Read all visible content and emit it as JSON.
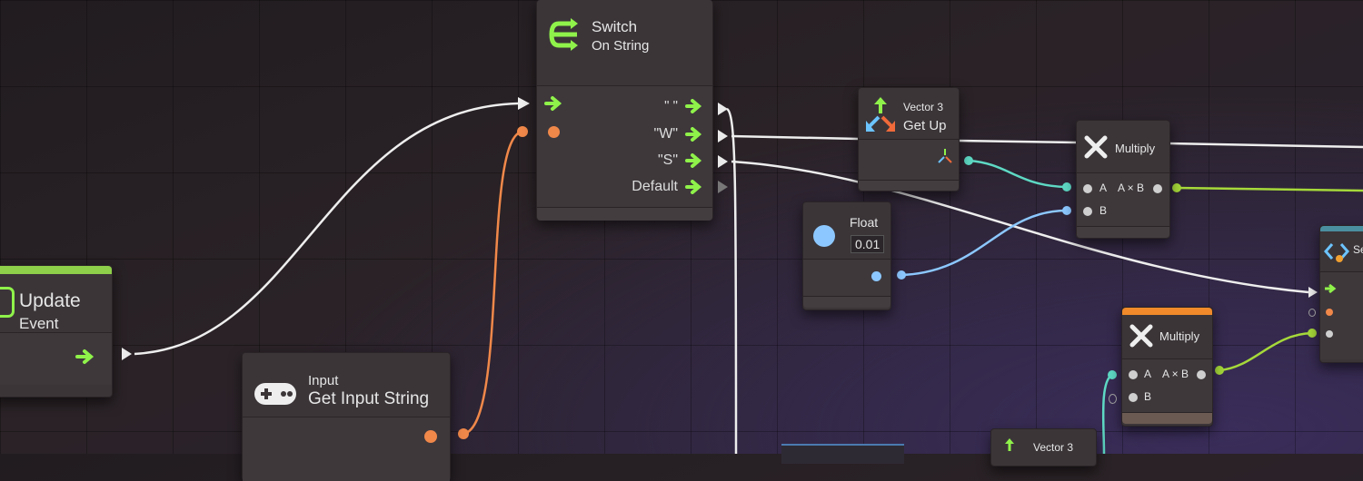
{
  "colors": {
    "flow_green": "#8ff24a",
    "orange_port": "#f0884a",
    "blue_port": "#8cc8ff",
    "teal_port": "#5ed9c4",
    "lime_wire": "#a6d93a",
    "white_wire": "#eeeeee",
    "orange_header": "#f08a2a",
    "teal_header": "#4a8fa0",
    "green_header": "#8ed04a"
  },
  "nodes": {
    "update": {
      "title": "Update",
      "subtitle": "Event",
      "icon": "event-icon"
    },
    "input": {
      "title": "Input",
      "subtitle": "Get Input String",
      "icon": "gamepad-icon"
    },
    "switch": {
      "title": "Switch",
      "subtitle": "On String",
      "icon": "switch-arrows-icon",
      "cases": [
        "\" \"",
        "\"W\"",
        "\"S\"",
        "Default"
      ]
    },
    "vector3_up": {
      "title": "Vector 3",
      "subtitle": "Get Up",
      "icon": "vector-axes-icon"
    },
    "float": {
      "title": "Float",
      "value": "0.01",
      "icon": "float-circle-icon"
    },
    "multiply_1": {
      "title": "Multiply",
      "port_a": "A",
      "port_b": "B",
      "output": "A × B",
      "icon": "multiply-x-icon"
    },
    "multiply_2": {
      "title": "Multiply",
      "port_a": "A",
      "port_b": "B",
      "output": "A × B",
      "icon": "multiply-x-icon"
    },
    "set_partial": {
      "title": "Se",
      "icon": "code-brackets-icon"
    },
    "vector3_bottom": {
      "title": "Vector 3",
      "icon": "vector-axes-icon"
    }
  }
}
